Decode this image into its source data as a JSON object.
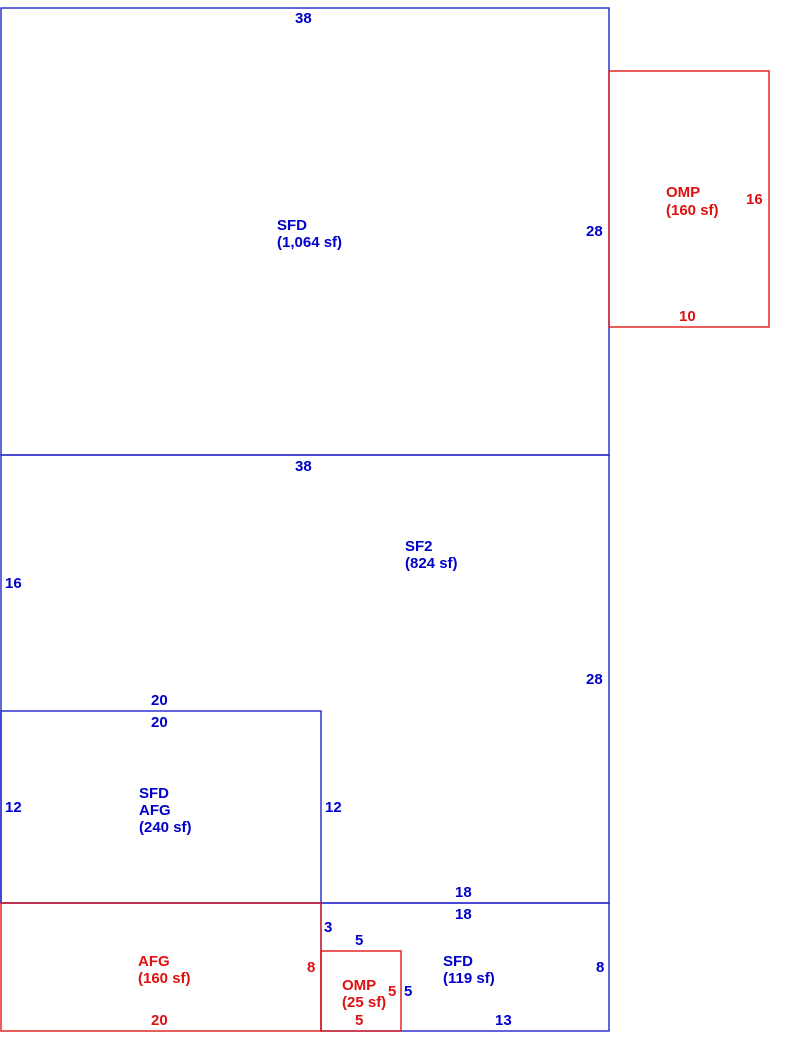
{
  "sketch": {
    "colors": {
      "blue": "#0000cc",
      "red": "#dd1111"
    },
    "areas": {
      "sfd_main": {
        "name": "SFD",
        "area": "(1,064 sf)"
      },
      "omp_right": {
        "name": "OMP",
        "area": "(160 sf)"
      },
      "sf2": {
        "name": "SF2",
        "area": "(824 sf)"
      },
      "sfd_afg": {
        "name": "SFD",
        "name2": "AFG",
        "area": "(240 sf)"
      },
      "afg_bottom": {
        "name": "AFG",
        "area": "(160 sf)"
      },
      "omp_small": {
        "name": "OMP",
        "area": "(25 sf)"
      },
      "sfd_small": {
        "name": "SFD",
        "area": "(119 sf)"
      }
    },
    "dimensions": {
      "sfd_main_top": "38",
      "sfd_main_right": "28",
      "omp_right_side": "16",
      "omp_right_bottom": "10",
      "sf2_top": "38",
      "sf2_left": "16",
      "sf2_right": "28",
      "afg_top_outer": "20",
      "afg_top_inner": "20",
      "afg_left": "12",
      "afg_right": "12",
      "sfd_small_top_outer": "18",
      "sfd_small_top_inner": "18",
      "sfd_small_left": "3",
      "sfd_small_right": "8",
      "sfd_small_bottom": "13",
      "afg_bottom_right": "8",
      "afg_bottom_bottom": "20",
      "omp_small_top": "5",
      "omp_small_right_in": "5",
      "omp_small_right_out": "5",
      "omp_small_bottom": "5"
    }
  }
}
